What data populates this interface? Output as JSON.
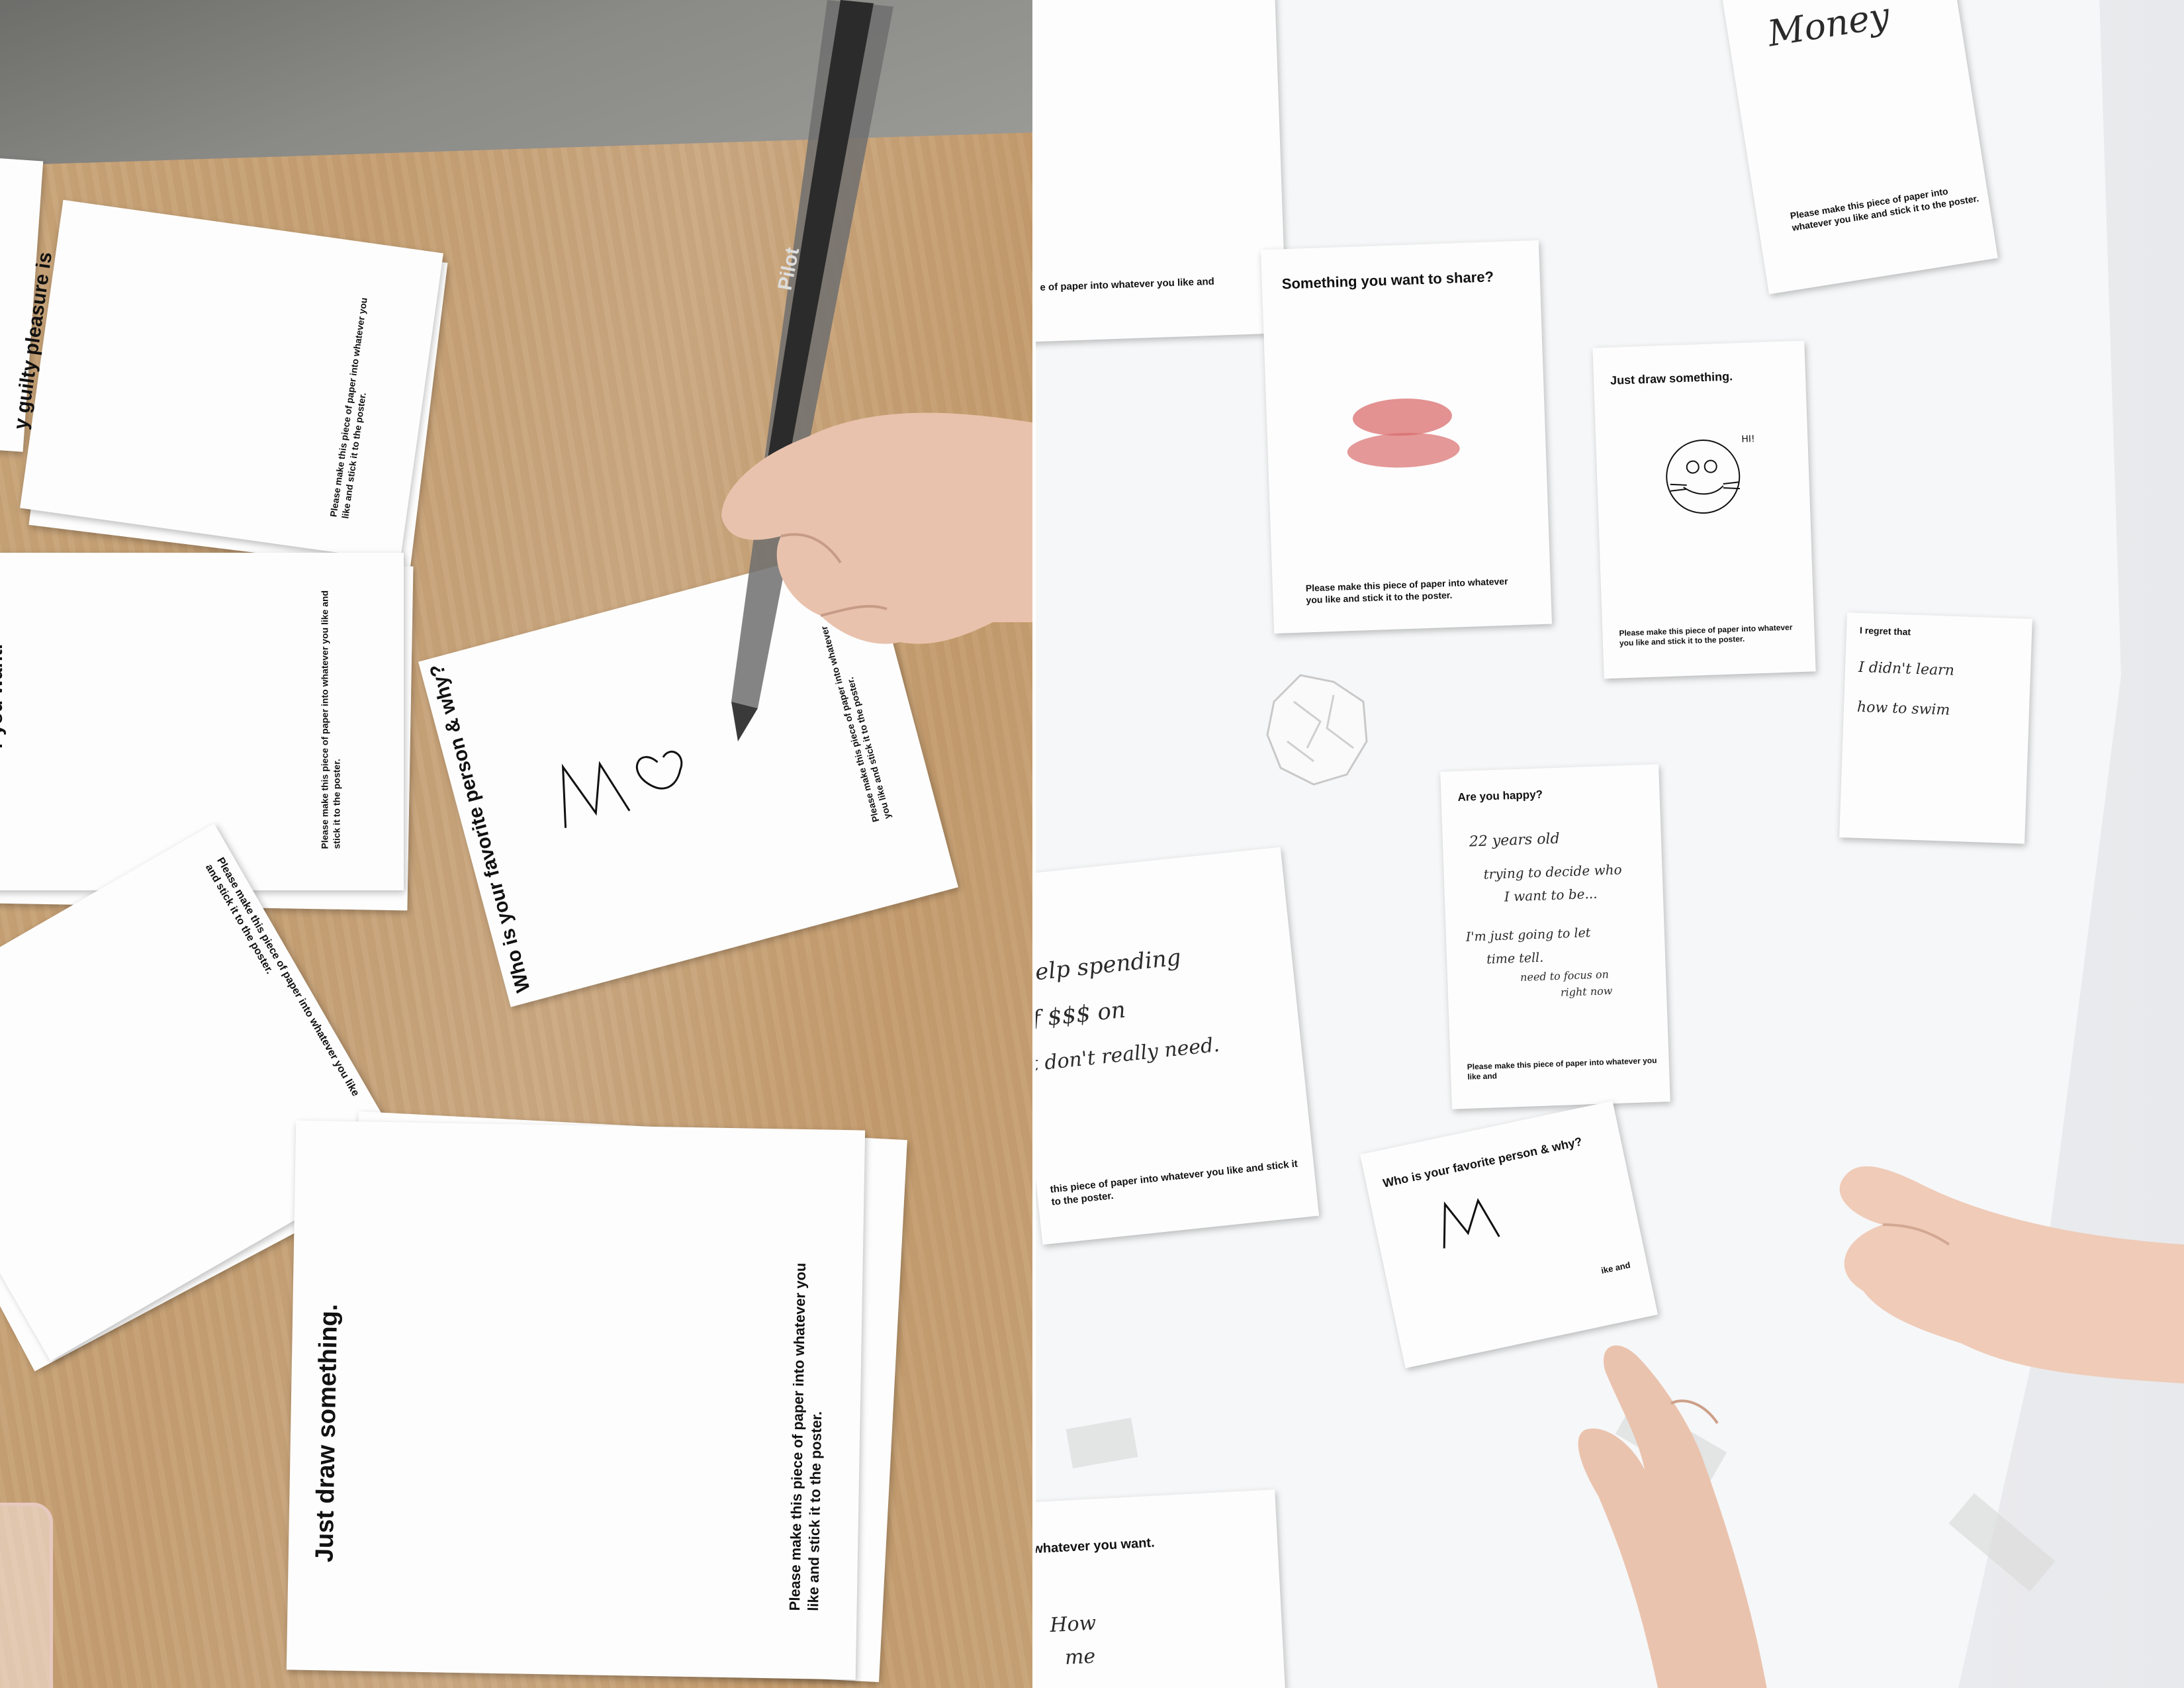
{
  "left_photo": {
    "cards": [
      {
        "heading": "y guilty pleasure is",
        "footer": "Please make this piece of paper into whatever you like and stick it to the poster."
      },
      {
        "heading": "r you want.",
        "footer": "Please make this piece of paper into whatever you like and stick it to the poster."
      },
      {
        "heading": "Who is your favorite person & why?",
        "footer": "Please make this piece of paper into whatever you like and stick it to the poster."
      },
      {
        "footer": "Please make this piece of paper into whatever you like and stick it to the poster."
      },
      {
        "heading": "Just draw something.",
        "footer": "Please make this piece of paper into whatever you like and stick it to the poster."
      }
    ],
    "pen_brand": "Pilot"
  },
  "right_photo": {
    "cards": [
      {
        "heading": "Money",
        "footer": "Please make this piece of paper into whatever you like and stick it to the poster."
      },
      {
        "footer": "e of paper into whatever you like and"
      },
      {
        "heading": "Something you want to share?",
        "footer": "Please make this piece of paper into whatever you like and stick it to the poster."
      },
      {
        "heading": "Just draw something.",
        "drawing_text": "HI!",
        "footer": "Please make this piece of paper into whatever you like and stick it to the poster."
      },
      {
        "heading": "I regret that",
        "handwriting": [
          "I didn't learn",
          "how to swim"
        ]
      },
      {
        "heading": "Are you happy?",
        "handwriting": [
          "22 years old",
          "trying to decide who",
          "I want to be...",
          "I'm just going to let",
          "time tell.",
          "need to focus on",
          "right now"
        ],
        "footer": "Please make this piece of paper into whatever you like and"
      },
      {
        "handwriting": [
          "help spending",
          "f $$$ on",
          "t don't really need."
        ],
        "footer": "this piece of paper into whatever you like and stick it to the poster."
      },
      {
        "heading": "Who is your favorite person & why?",
        "footer": "ike and"
      },
      {
        "heading": "whatever you want.",
        "handwriting": [
          "How",
          "me"
        ]
      }
    ]
  }
}
